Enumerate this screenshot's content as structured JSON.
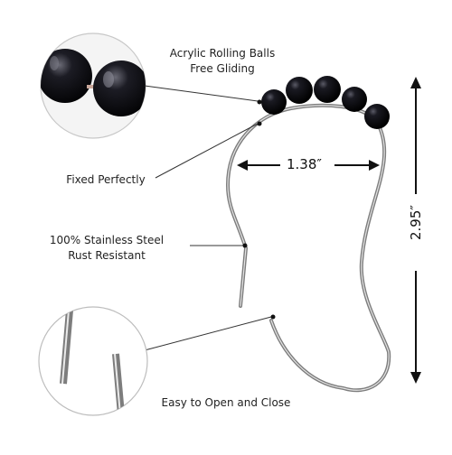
{
  "labels": {
    "acrylic_line1": "Acrylic Rolling Balls",
    "acrylic_line2": "Free Gliding",
    "fixed": "Fixed Perfectly",
    "steel_line1": "100% Stainless Steel",
    "steel_line2": "Rust Resistant",
    "easy": "Easy to Open and Close"
  },
  "dimensions": {
    "width": "1.38″",
    "height": "2.95″"
  },
  "colors": {
    "ball": "#0b0b10",
    "steel": "#8a8a8a",
    "steel_highlight": "#e6e6e6",
    "arrow": "#111111",
    "circle_stroke": "#bdbdbd"
  }
}
